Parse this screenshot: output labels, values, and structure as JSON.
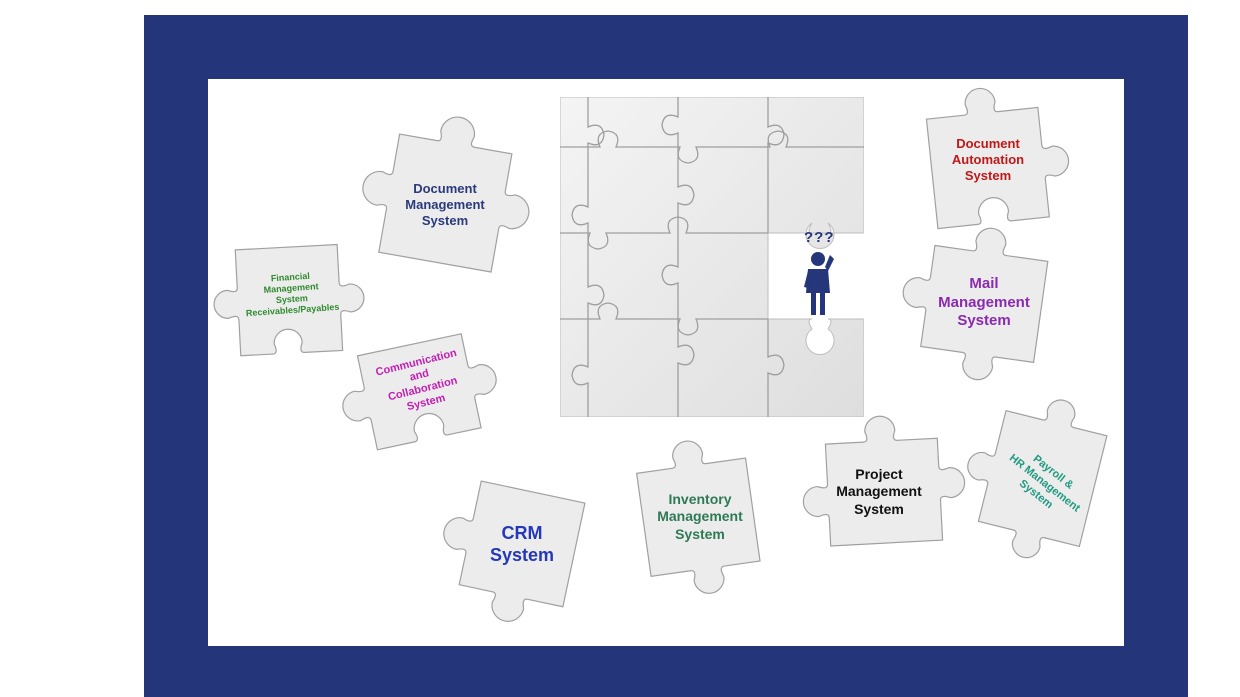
{
  "colors": {
    "frame": "#24357a",
    "piece_fill": "#ececec",
    "piece_edge": "#9a9a9a",
    "person": "#25367a"
  },
  "pieces": {
    "document_management": {
      "text": "Document\nManagement\nSystem",
      "color": "#2a3a7c"
    },
    "document_automation": {
      "text": "Document\nAutomation\nSystem",
      "color": "#c01818"
    },
    "financial": {
      "text": "Financial\nManagement\nSystem\nReceivables/Payables",
      "color": "#2e8b2e"
    },
    "mail": {
      "text": "Mail\nManagement\nSystem",
      "color": "#8a2ab0"
    },
    "communication": {
      "text": "Communication\nand\nCollaboration\nSystem",
      "color": "#c21fb4"
    },
    "payroll": {
      "text": "Payroll &\nHR Management\nSystem",
      "color": "#1f9a80"
    },
    "crm": {
      "text": "CRM\nSystem",
      "color": "#2438b8"
    },
    "inventory": {
      "text": "Inventory\nManagement\nSystem",
      "color": "#2e7a55"
    },
    "project": {
      "text": "Project\nManagement\nSystem",
      "color": "#111111"
    }
  },
  "figure": {
    "question_marks": "???"
  }
}
